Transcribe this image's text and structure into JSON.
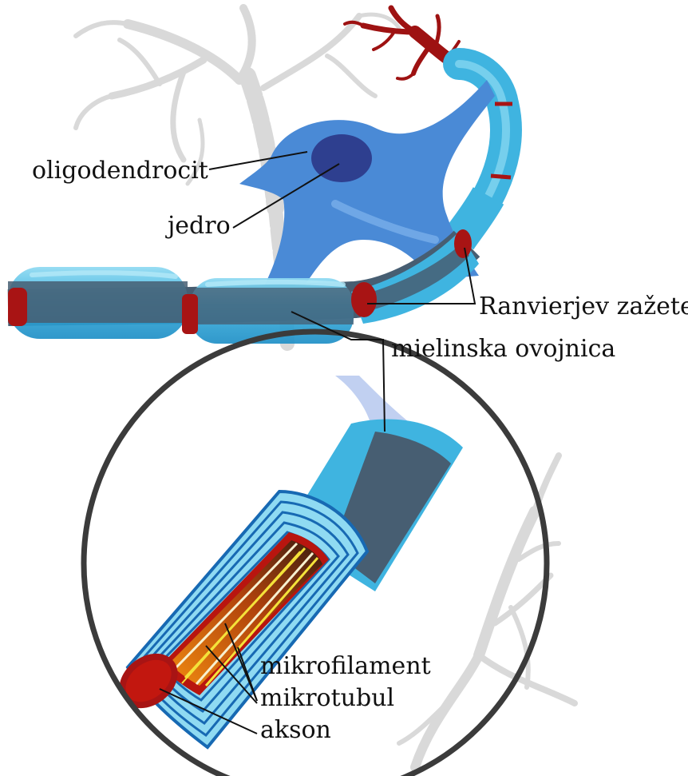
{
  "labels": {
    "oligodendrocyte": "oligodendrocit",
    "nucleus": "jedro",
    "node_of_ranvier": "Ranvierjev zažetek",
    "myelin_sheath": "mielinska ovojnica",
    "microfilament": "mikrofilament",
    "microtubule": "mikrotubul",
    "axon": "akson"
  },
  "colors": {
    "background": "#ffffff",
    "background_neuron": "#d9d9d9",
    "myelin_light": "#3fb4e0",
    "myelin_highlight": "#8fdaf2",
    "myelin_dark": "#1f8fc6",
    "axon_slate": "#475e72",
    "oligodendrocyte_body": "#4a8ad6",
    "nucleus": "#2e3f8f",
    "node_red": "#a81414",
    "dendrite_red": "#9e1212",
    "sheath_layers": "#1769b3",
    "microfilament_yellow": "#f4e23a",
    "axon_inner_orange": "#e8700f",
    "lens_ring": "#3b3b3b",
    "leader_lines": "#111111"
  },
  "icons": {
    "background_neuron": "neuron-silhouette-icon",
    "lens": "magnifier-circle-icon"
  }
}
